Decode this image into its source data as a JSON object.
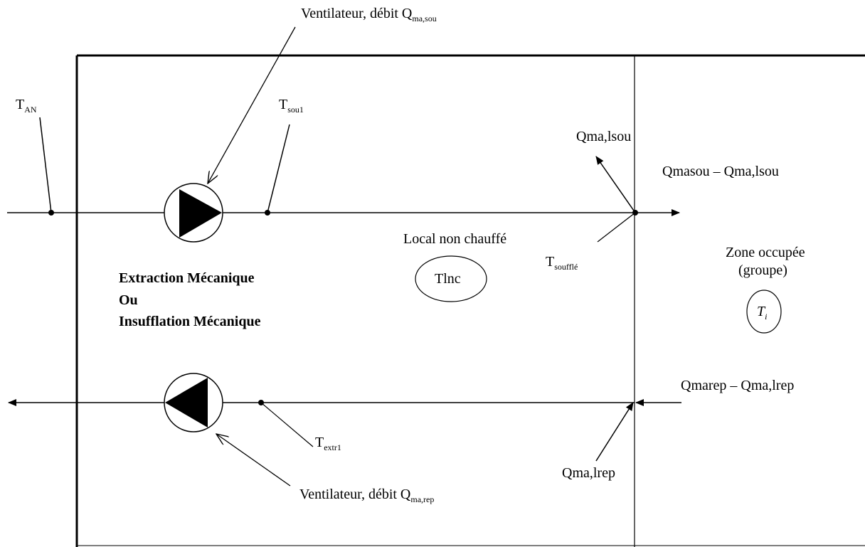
{
  "labels": {
    "fan_supply": {
      "main": "Ventilateur, débit Q",
      "sub": "ma,sou"
    },
    "fan_return": {
      "main": "Ventilateur, débit Q",
      "sub": "ma,rep"
    },
    "t_an": {
      "main": "T",
      "sub": "AN"
    },
    "t_sou1": {
      "main": "T",
      "sub": "sou1"
    },
    "t_souffle": {
      "main": "T",
      "sub": "soufflé"
    },
    "t_extr1": {
      "main": "T",
      "sub": "extr1"
    },
    "qma_lsou": "Qma,lsou",
    "qmasou_flow": "Qmasou – Qma,lsou",
    "local_non_chauffe": "Local non chauffé",
    "tlnc": "Tlnc",
    "zone_occupee": "Zone occupée",
    "groupe": "(groupe)",
    "ti": {
      "main": "T",
      "sub": "i"
    },
    "extraction_line1": "Extraction Mécanique",
    "extraction_line2": "Ou",
    "extraction_line3": "Insufflation Mécanique",
    "qmarep_flow": "Qmarep – Qma,lrep",
    "qma_lrep": "Qma,lrep"
  }
}
